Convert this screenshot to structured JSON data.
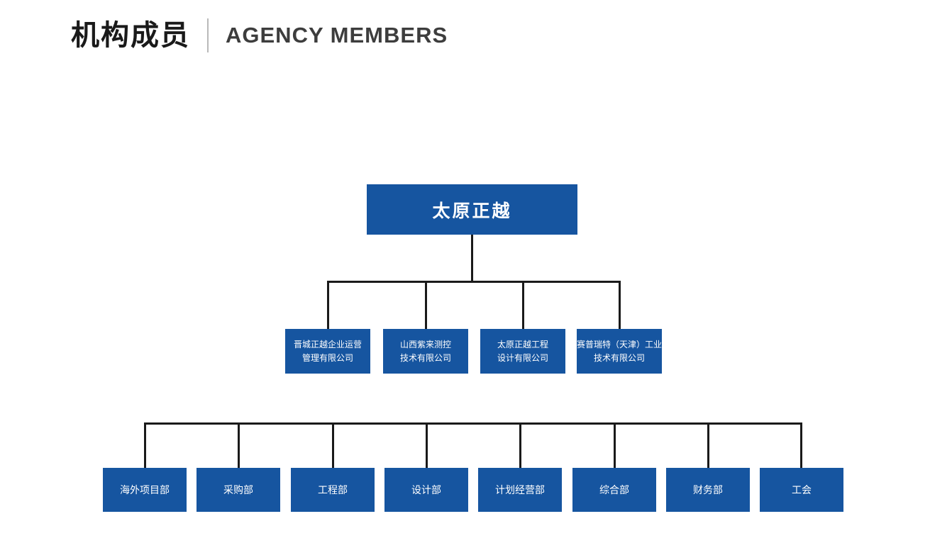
{
  "page": {
    "title_cn": "机构成员",
    "title_en": "AGENCY MEMBERS"
  },
  "colors": {
    "node_blue": "#1655a0",
    "connector": "#1a1a1a",
    "title_cn_color": "#1a1a1a",
    "title_en_color": "#3d3d3d"
  },
  "org": {
    "root": {
      "label": "太原正越"
    },
    "level2": [
      {
        "label": "晋城正越企业运营\n管理有限公司"
      },
      {
        "label": "山西紫来测控\n技术有限公司"
      },
      {
        "label": "太原正越工程\n设计有限公司"
      },
      {
        "label": "赛普瑞特（天津）工业\n技术有限公司"
      }
    ],
    "level3": [
      {
        "label": "海外项目部"
      },
      {
        "label": "采购部"
      },
      {
        "label": "工程部"
      },
      {
        "label": "设计部"
      },
      {
        "label": "计划经营部"
      },
      {
        "label": "综合部"
      },
      {
        "label": "财务部"
      },
      {
        "label": "工会"
      }
    ]
  }
}
